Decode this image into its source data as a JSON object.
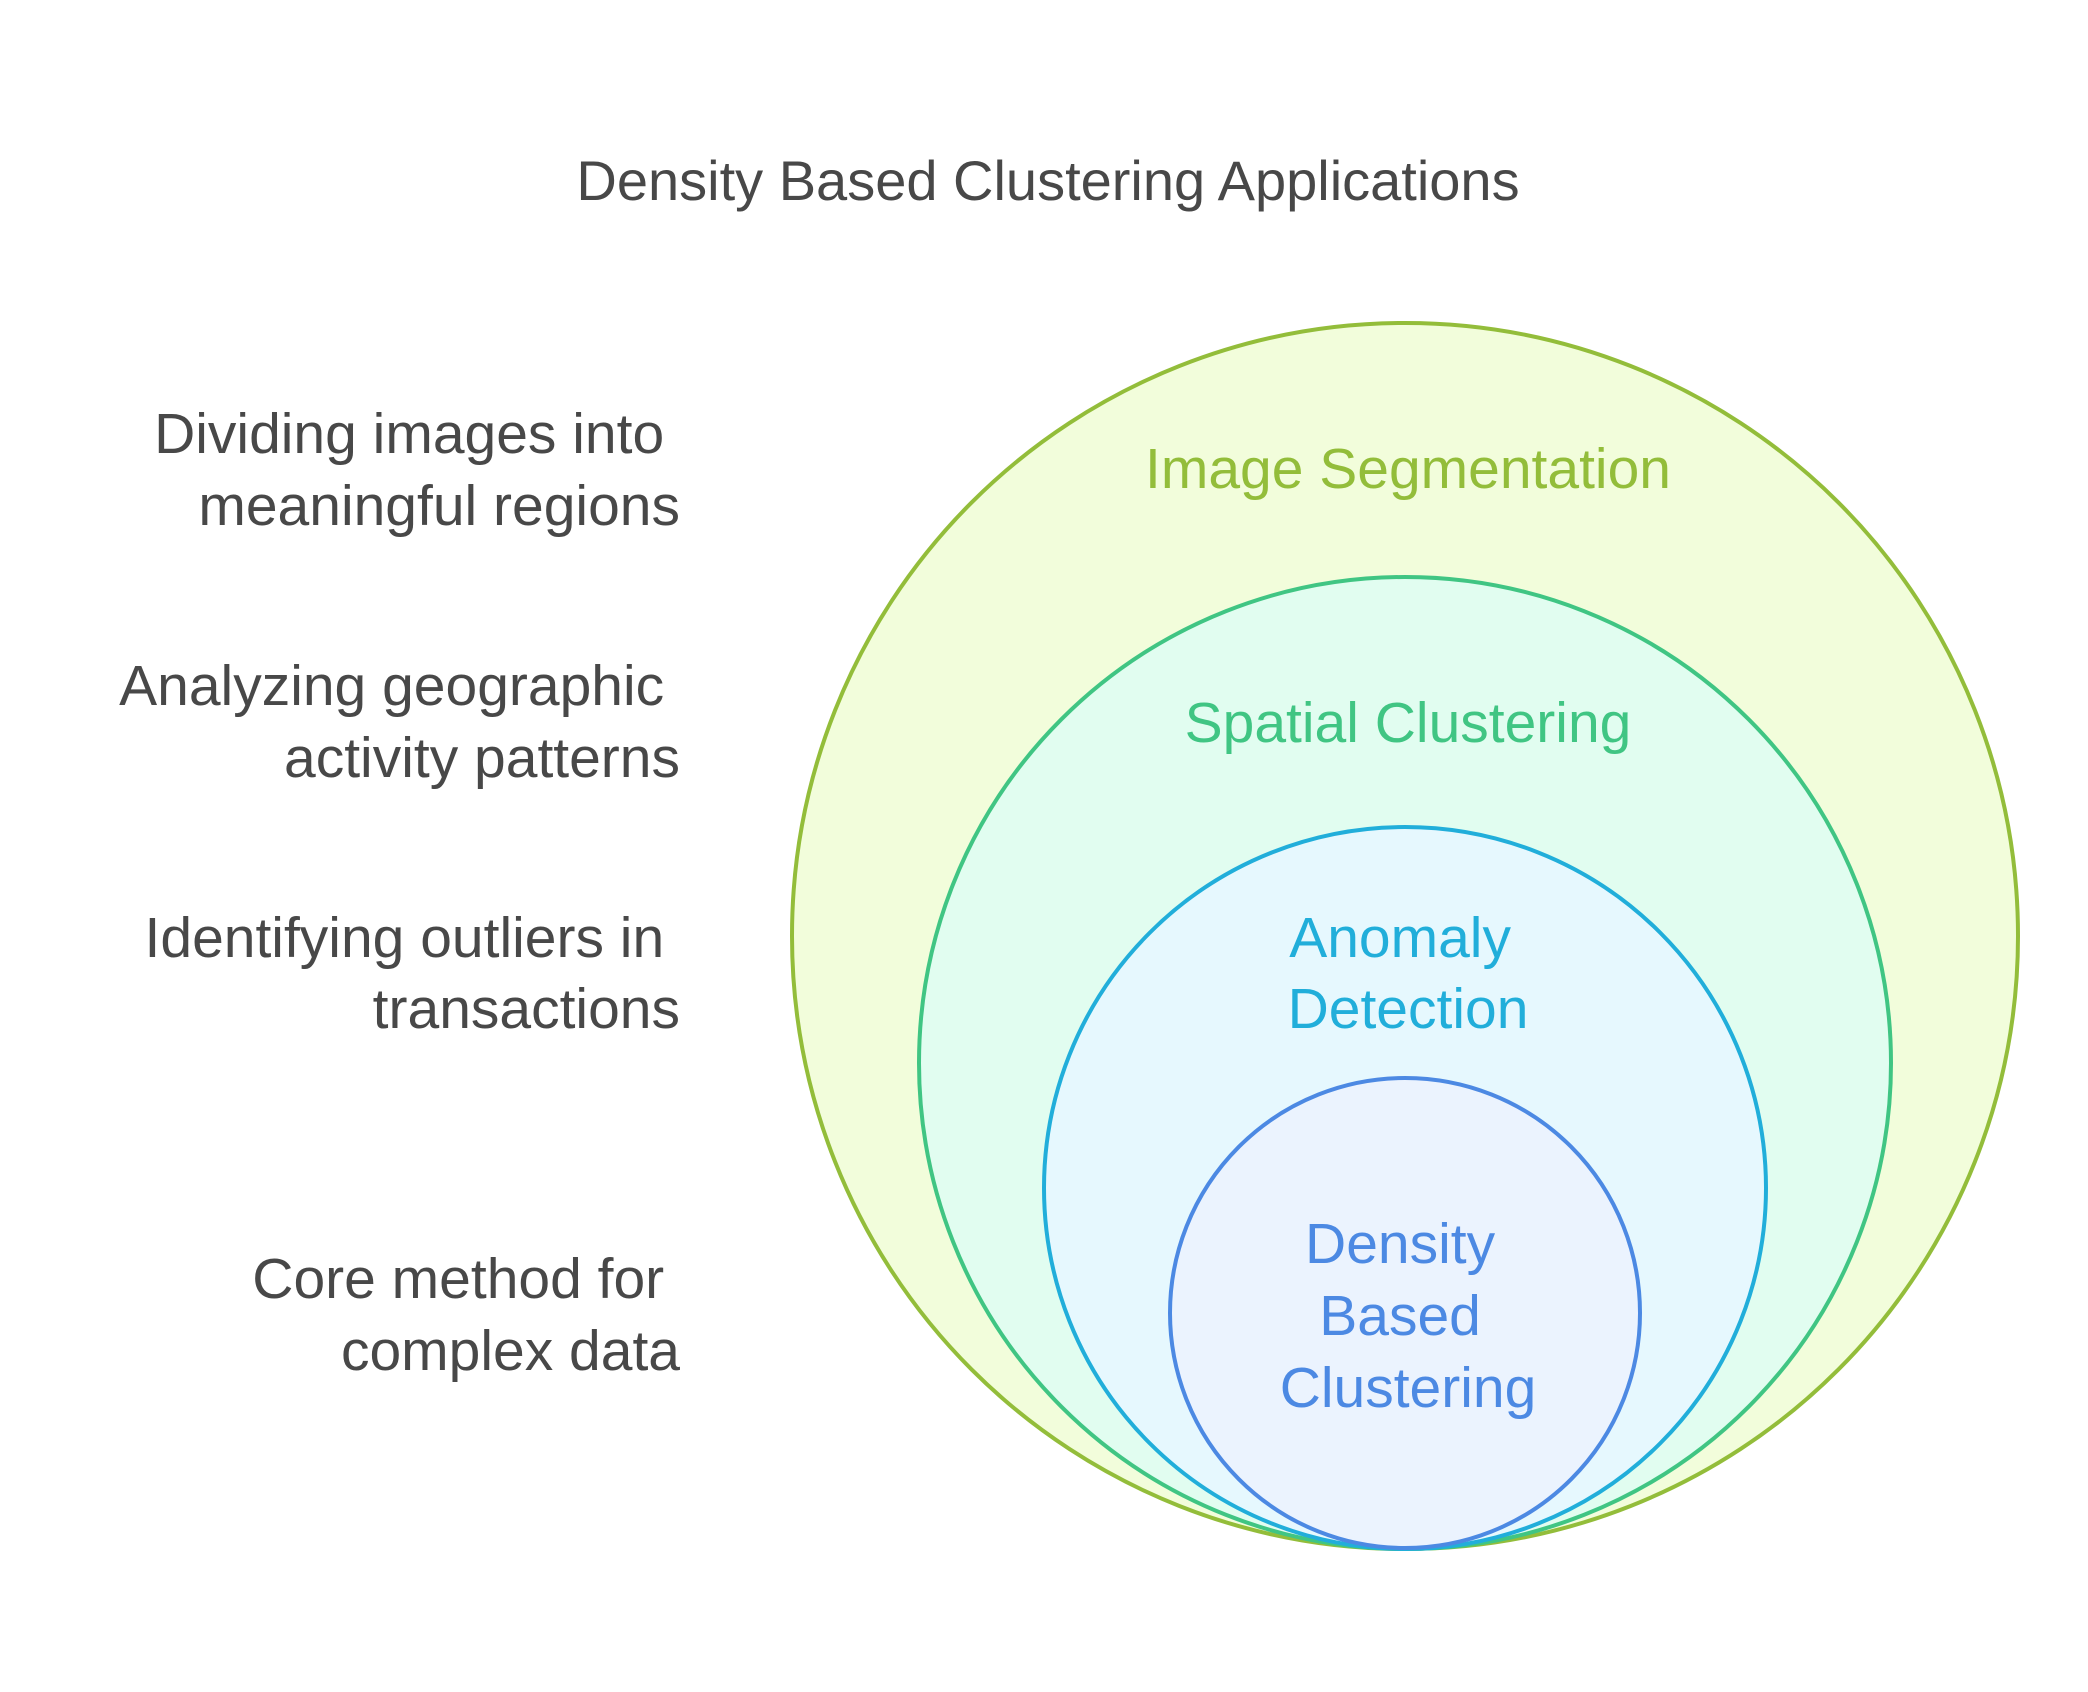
{
  "title": "Density Based Clustering Applications",
  "colors": {
    "text": "#484848",
    "image_segmentation": {
      "stroke": "#93BD3A",
      "fill": "#F2FDDB"
    },
    "spatial_clustering": {
      "stroke": "#40C583",
      "fill": "#E1FDF0"
    },
    "anomaly_detection": {
      "stroke": "#21AEDA",
      "fill": "#E6F8FE"
    },
    "density_based_clustering": {
      "stroke": "#4C89E3",
      "fill": "#EBF3FE"
    }
  },
  "layers": [
    {
      "id": "image_segmentation",
      "label_lines": [
        "Image Segmentation"
      ],
      "description_lines": [
        "Dividing images into",
        "meaningful regions"
      ]
    },
    {
      "id": "spatial_clustering",
      "label_lines": [
        "Spatial Clustering"
      ],
      "description_lines": [
        "Analyzing geographic",
        "activity patterns"
      ]
    },
    {
      "id": "anomaly_detection",
      "label_lines": [
        "Anomaly",
        "Detection"
      ],
      "description_lines": [
        "Identifying outliers in",
        "transactions"
      ]
    },
    {
      "id": "density_based_clustering",
      "label_lines": [
        "Density",
        "Based",
        "Clustering"
      ],
      "description_lines": [
        "Core method for",
        "complex data"
      ]
    }
  ]
}
